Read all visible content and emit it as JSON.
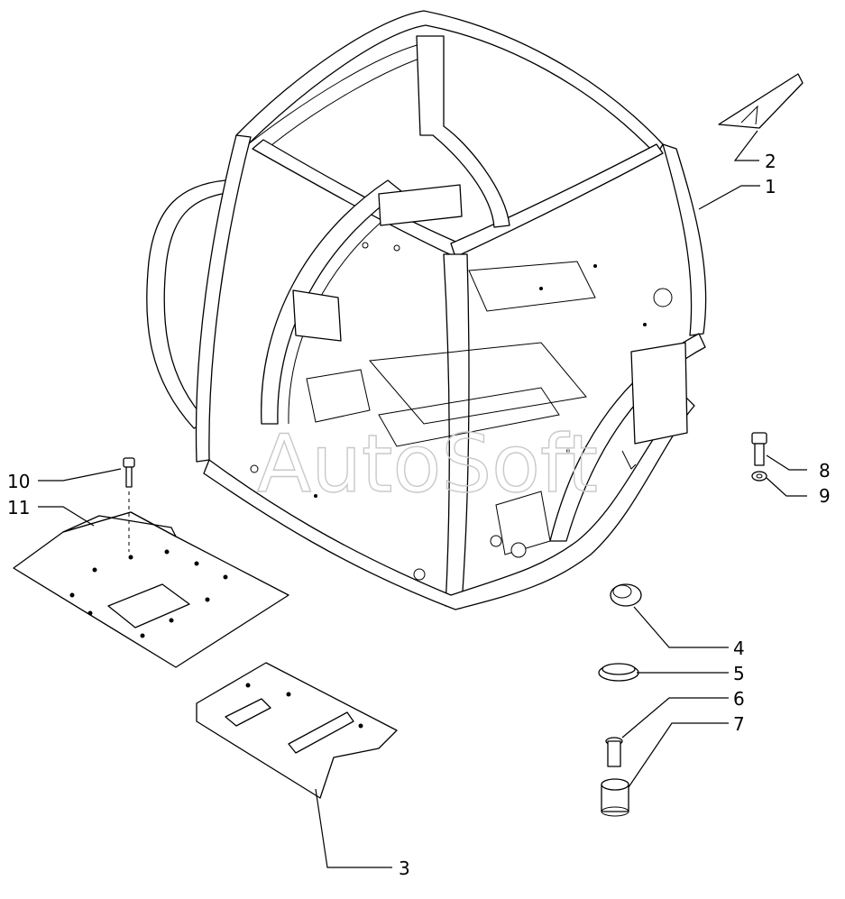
{
  "watermark": "AutoSoft",
  "callouts": [
    {
      "id": "c1",
      "text": "1"
    },
    {
      "id": "c2",
      "text": "2"
    },
    {
      "id": "c3",
      "text": "3"
    },
    {
      "id": "c4",
      "text": "4"
    },
    {
      "id": "c5",
      "text": "5"
    },
    {
      "id": "c6",
      "text": "6"
    },
    {
      "id": "c7",
      "text": "7"
    },
    {
      "id": "c8",
      "text": "8"
    },
    {
      "id": "c9",
      "text": "9"
    },
    {
      "id": "c10",
      "text": "10"
    },
    {
      "id": "c11",
      "text": "11"
    }
  ]
}
